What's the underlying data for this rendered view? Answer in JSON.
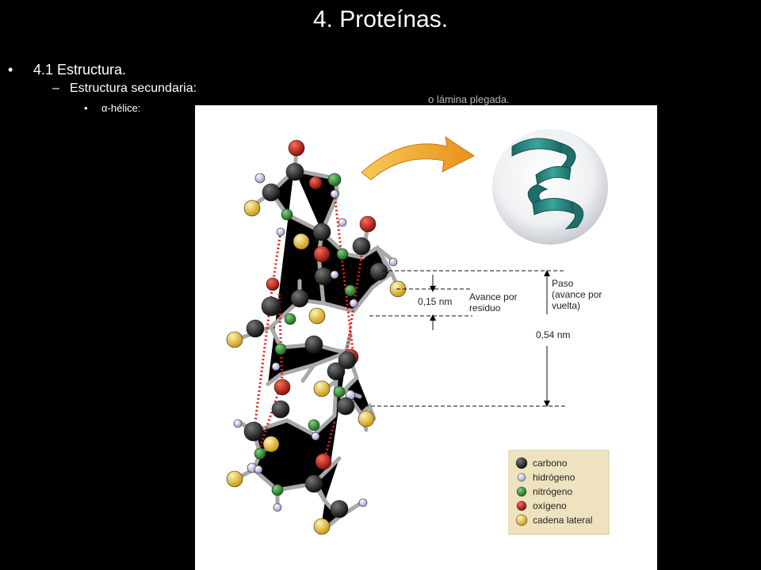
{
  "slide": {
    "title": "4. Proteínas.",
    "bullet1": "4.1 Estructura.",
    "bullet2": "Estructura secundaria:",
    "bullet3_symbol": "α",
    "bullet3_text": "-hélice:",
    "cut_text": "o lámina plegada."
  },
  "figure": {
    "advance_value": "0,15 nm",
    "advance_label_1": "Avance por",
    "advance_label_2": "residuo",
    "pitch_label_1": "Paso",
    "pitch_label_2": "(avance por",
    "pitch_label_3": "vuelta)",
    "pitch_value": "0,54 nm",
    "legend": [
      {
        "label": "carbono",
        "color": "#1a1a1a"
      },
      {
        "label": "hidrógeno",
        "color": "#c9c9ee"
      },
      {
        "label": "nitrógeno",
        "color": "#2f8f2f"
      },
      {
        "label": "oxígeno",
        "color": "#c8261c"
      },
      {
        "label": "cadena lateral",
        "color": "#e6c23a"
      }
    ],
    "colors": {
      "arrow": "#f2a627",
      "helix": "#2e8f8a",
      "hbond": "#e02020",
      "bond": "#aaaaaa"
    }
  }
}
